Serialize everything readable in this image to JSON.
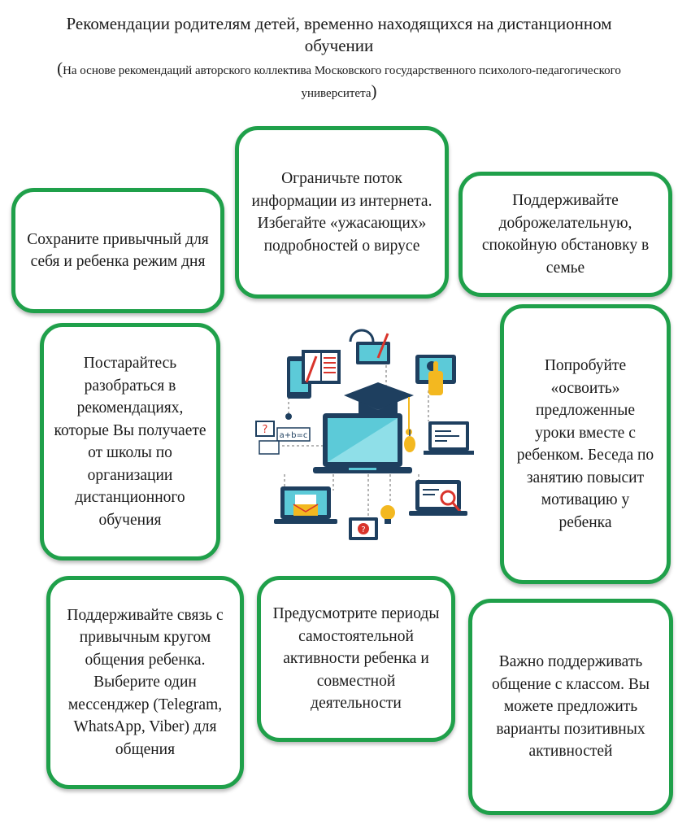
{
  "header": {
    "title": "Рекомендации родителям детей, временно находящихся на дистанционном обучении",
    "subtitle_open": "(",
    "subtitle": "На основе рекомендаций авторского коллектива Московского государственного психолого-педагогического университета",
    "subtitle_close": ")"
  },
  "cards": [
    {
      "text": "Сохраните привычный для себя и ребенка режим дня"
    },
    {
      "text": "Ограничьте поток информации из интернета. Избегайте «ужасающих» подробностей о вирусе"
    },
    {
      "text": "Поддерживайте доброжелательную, спокойную обстановку в семье"
    },
    {
      "text": "Постарайтесь разобраться в рекомендациях, которые Вы получаете от школы по организации дистанционного обучения"
    },
    {
      "text": "Попробуйте «освоить» предложенные уроки вместе с ребенком. Беседа по занятию повысит мотивацию у ребенка"
    },
    {
      "text": "Поддерживайте связь с привычным кругом общения ребенка. Выберите один мессенджер (Telegram, WhatsApp, Viber) для общения"
    },
    {
      "text": "Предусмотрите периоды самостоятельной активности ребенка и совместной деятельности"
    },
    {
      "text": "Важно поддерживать общение с классом. Вы можете предложить варианты позитивных активностей"
    }
  ],
  "illustration": {
    "formula": "a+b=c",
    "question_mark": "?",
    "colors": {
      "navy": "#1e3f5f",
      "teal": "#5ccad8",
      "red": "#d9342b",
      "yellow": "#f3b820",
      "green": "#1fa04a"
    }
  }
}
